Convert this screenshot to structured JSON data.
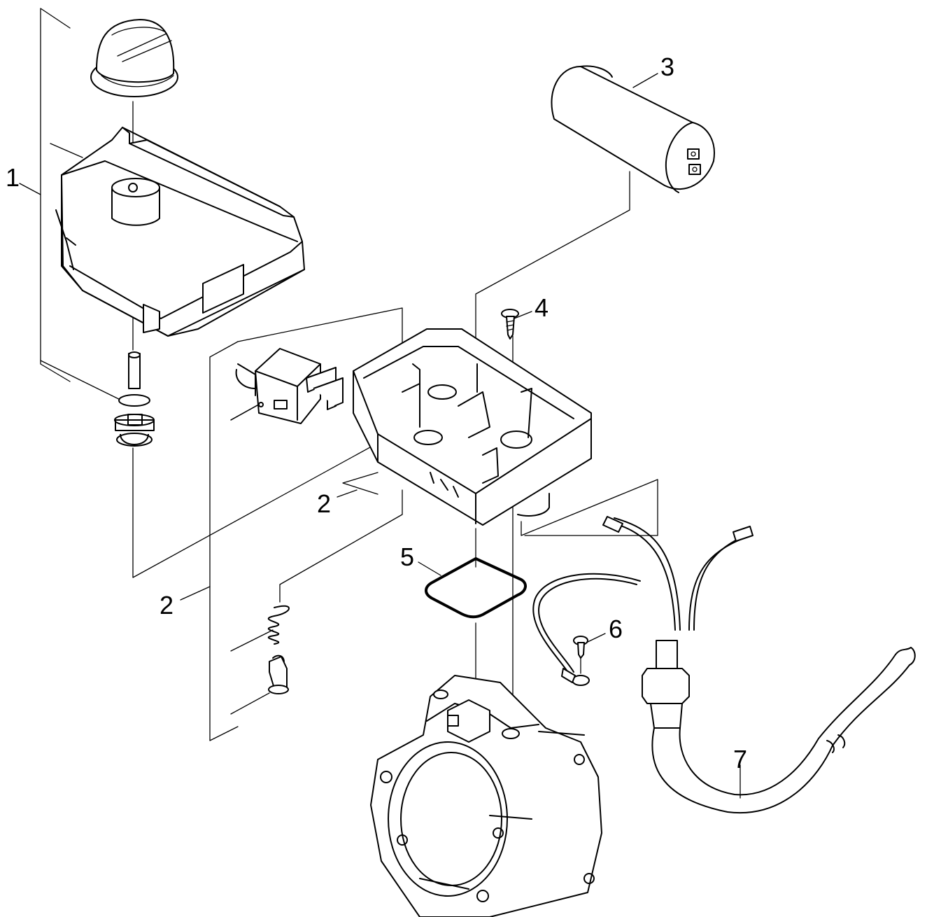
{
  "callouts": {
    "c1": "1",
    "c2a": "2",
    "c2b": "2",
    "c3": "3",
    "c4": "4",
    "c5": "5",
    "c6": "6",
    "c7": "7"
  }
}
